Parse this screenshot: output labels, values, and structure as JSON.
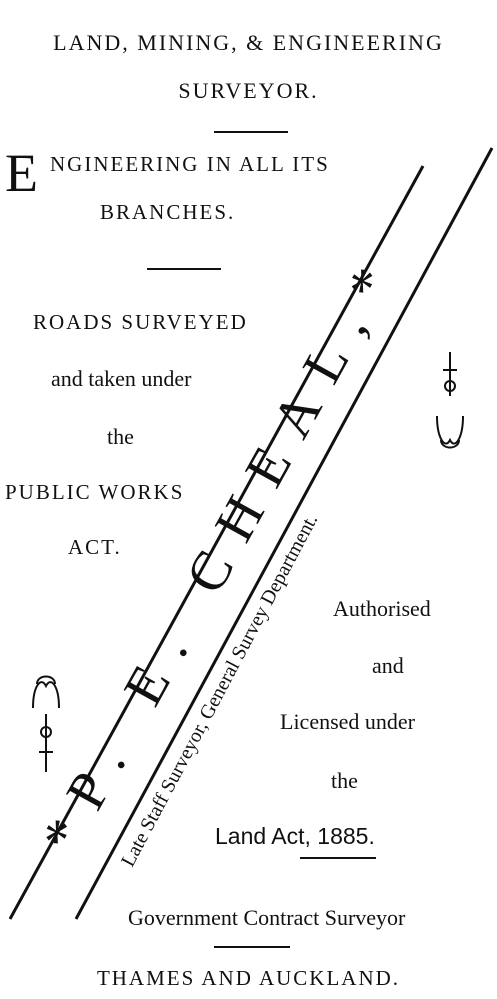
{
  "heading": {
    "line1": "LAND, MINING, & ENGINEERING",
    "line2": "SURVEYOR."
  },
  "engineering": {
    "initial": "E",
    "rest": "NGINEERING IN ALL ITS",
    "line2": "BRANCHES."
  },
  "roads": {
    "line1": "ROADS SURVEYED",
    "line2": "and taken under",
    "line3": "the",
    "line4": "PUBLIC WORKS",
    "line5": "ACT."
  },
  "authorised": {
    "line1": "Authorised",
    "line2": "and",
    "line3": "Licensed under",
    "line4": "the",
    "line5": "Land Act, 1885."
  },
  "diagonal": {
    "name": "*P. E. CHEAL,*",
    "subtitle": "Late Staff Surveyor, General Survey Department."
  },
  "contract": "Government Contract Surveyor",
  "footer": "THAMES AND AUCKLAND.",
  "ornaments": {
    "right": "⚜",
    "left": "⚜"
  }
}
